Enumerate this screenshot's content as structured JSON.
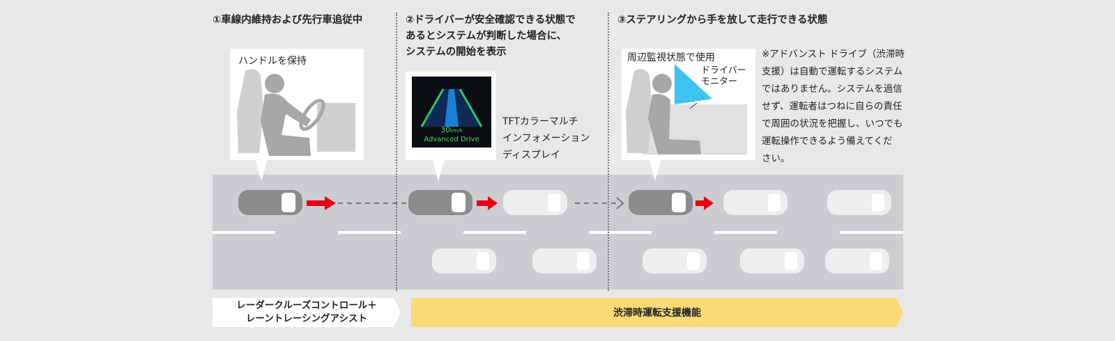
{
  "steps": [
    {
      "title_lines": [
        "①車線内維持および先行車追従中"
      ],
      "panel_label": "ハンドルを保持"
    },
    {
      "title_lines": [
        "②ドライバーが安全確認できる状態で",
        "あるとシステムが判断した場合に、",
        "システムの開始を表示"
      ],
      "display_label_lines": [
        "TFTカラーマルチ",
        "インフォメーション",
        "ディスプレイ"
      ],
      "screen_speed": "30",
      "screen_unit": "km/h",
      "screen_mode": "Advanced Drive"
    },
    {
      "title_lines": [
        "③ステアリングから手を放して走行できる状態"
      ],
      "panel_label": "周辺監視状態で使用",
      "monitor_label_lines": [
        "ドライバー",
        "モニター"
      ],
      "note_lines": [
        "※アドバンスト ドライブ（渋滞時",
        "支援）は自動で運転するシステム",
        "ではありません。システムを過信",
        "せず、運転者はつねに自らの責任",
        "で周囲の状況を把握し、いつでも",
        "運転操作できるよう備えてくだ",
        "さい。"
      ]
    }
  ],
  "bars": {
    "white_lines": [
      "レーダークルーズコントロール＋",
      "レーントレーシングアシスト"
    ],
    "yellow": "渋滞時運転支援機能"
  },
  "colors": {
    "arrow": "#e60012",
    "bar_yellow": "#fbd976",
    "road": "#cbcdd0",
    "monitor_cone": "#3ec3ee"
  }
}
